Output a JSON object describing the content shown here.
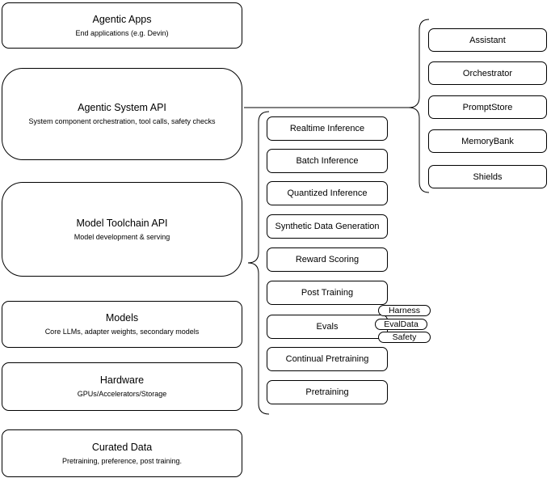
{
  "diagram": {
    "background_color": "#ffffff",
    "stroke_color": "#000000",
    "node_fill_color": "#ffffff",
    "left_nodes": [
      {
        "title": "Agentic Apps",
        "subtitle": "End applications (e.g. Devin)"
      },
      {
        "title": "Agentic System API",
        "subtitle": "System component orchestration, tool calls, safety checks"
      },
      {
        "title": "Model Toolchain API",
        "subtitle": "Model development & serving"
      },
      {
        "title": "Models",
        "subtitle": "Core LLMs, adapter weights, secondary models"
      },
      {
        "title": "Hardware",
        "subtitle": "GPUs/Accelerators/Storage"
      },
      {
        "title": "Curated Data",
        "subtitle": "Pretraining, preference, post training."
      }
    ],
    "toolchain_services": [
      "Realtime Inference",
      "Batch Inference",
      "Quantized Inference",
      "Synthetic Data Generation",
      "Reward Scoring",
      "Post Training",
      "Evals",
      "Continual Pretraining",
      "Pretraining"
    ],
    "system_components": [
      "Assistant",
      "Orchestrator",
      "PromptStore",
      "MemoryBank",
      "Shields"
    ],
    "eval_tags": [
      "Harness",
      "EvalData",
      "Safety"
    ]
  }
}
